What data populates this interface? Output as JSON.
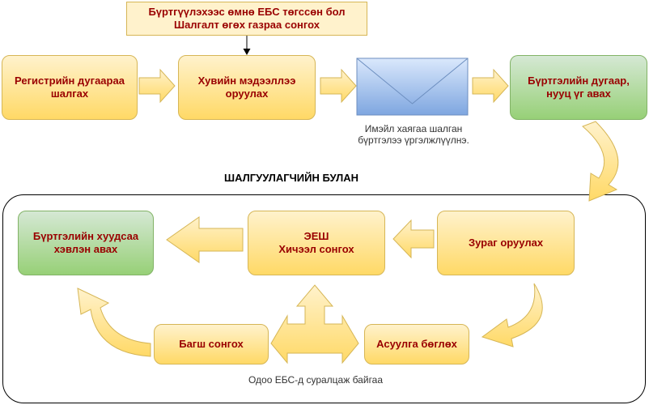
{
  "note": {
    "text": "Бүртгүүлэхээс өмнө ЕБС төгссөн бол\nШалгалт өгөх газраа сонгох"
  },
  "steps": {
    "register_check": "Регистрийн дугаараа\nшалгах",
    "personal_info": "Хувийн мэдээллээ\nоруулах",
    "get_credentials": "Бүртгэлийн дугаар,\nнууц үг авах",
    "upload_photo": "Зураг оруулах",
    "eesh_subjects": "ЭЕШ\nХичээл сонгох",
    "print_sheet": "Бүртгэлийн хуудсаа\nхэвлэн авах",
    "survey": "Асуулга бөглөх",
    "choose_teacher": "Багш сонгох"
  },
  "labels": {
    "email_caption": "Имэйл хаягаа шалган\nбүртгэлээ үргэлжлүүлнэ.",
    "section_title": "ШАЛГУУЛАГЧИЙН БУЛАН",
    "current_student": "Одоо ЕБС-д суралцаж байгаа"
  },
  "icons": {
    "mail": "envelope-icon"
  },
  "colors": {
    "yellow_fill_top": "#fff2cc",
    "yellow_fill_bottom": "#ffd966",
    "yellow_stroke": "#d6b656",
    "green_fill_top": "#d5e8d4",
    "green_fill_bottom": "#97d077",
    "green_stroke": "#82b366",
    "text_red": "#990000",
    "envelope_fill": "#a9c4eb",
    "envelope_stroke": "#6c8ebf"
  }
}
